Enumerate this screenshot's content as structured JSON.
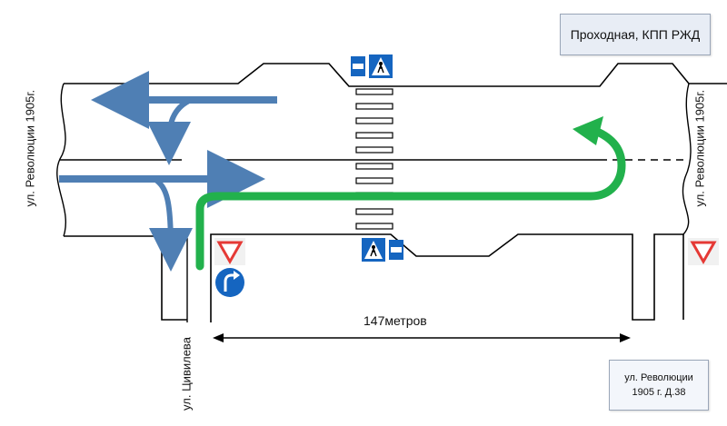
{
  "checkpoint_label": "Проходная, КПП РЖД",
  "address": {
    "line1": "ул. Революции",
    "line2": "1905 г. Д.38"
  },
  "streets": {
    "left": "ул. Революции 1905г.",
    "right": "ул. Революции 1905г.",
    "bottom": "ул. Цивилева"
  },
  "distance_label": "147метров",
  "colors": {
    "road_line": "#000000",
    "arrow_blue": "#4f7fb4",
    "arrow_green": "#22b14c",
    "sign_blue": "#1565c0",
    "yield_red": "#e53935"
  },
  "icons": [
    "yield-sign-icon",
    "turn-right-sign-icon",
    "pedestrian-crossing-sign-icon",
    "vehicle-plate-icon"
  ]
}
